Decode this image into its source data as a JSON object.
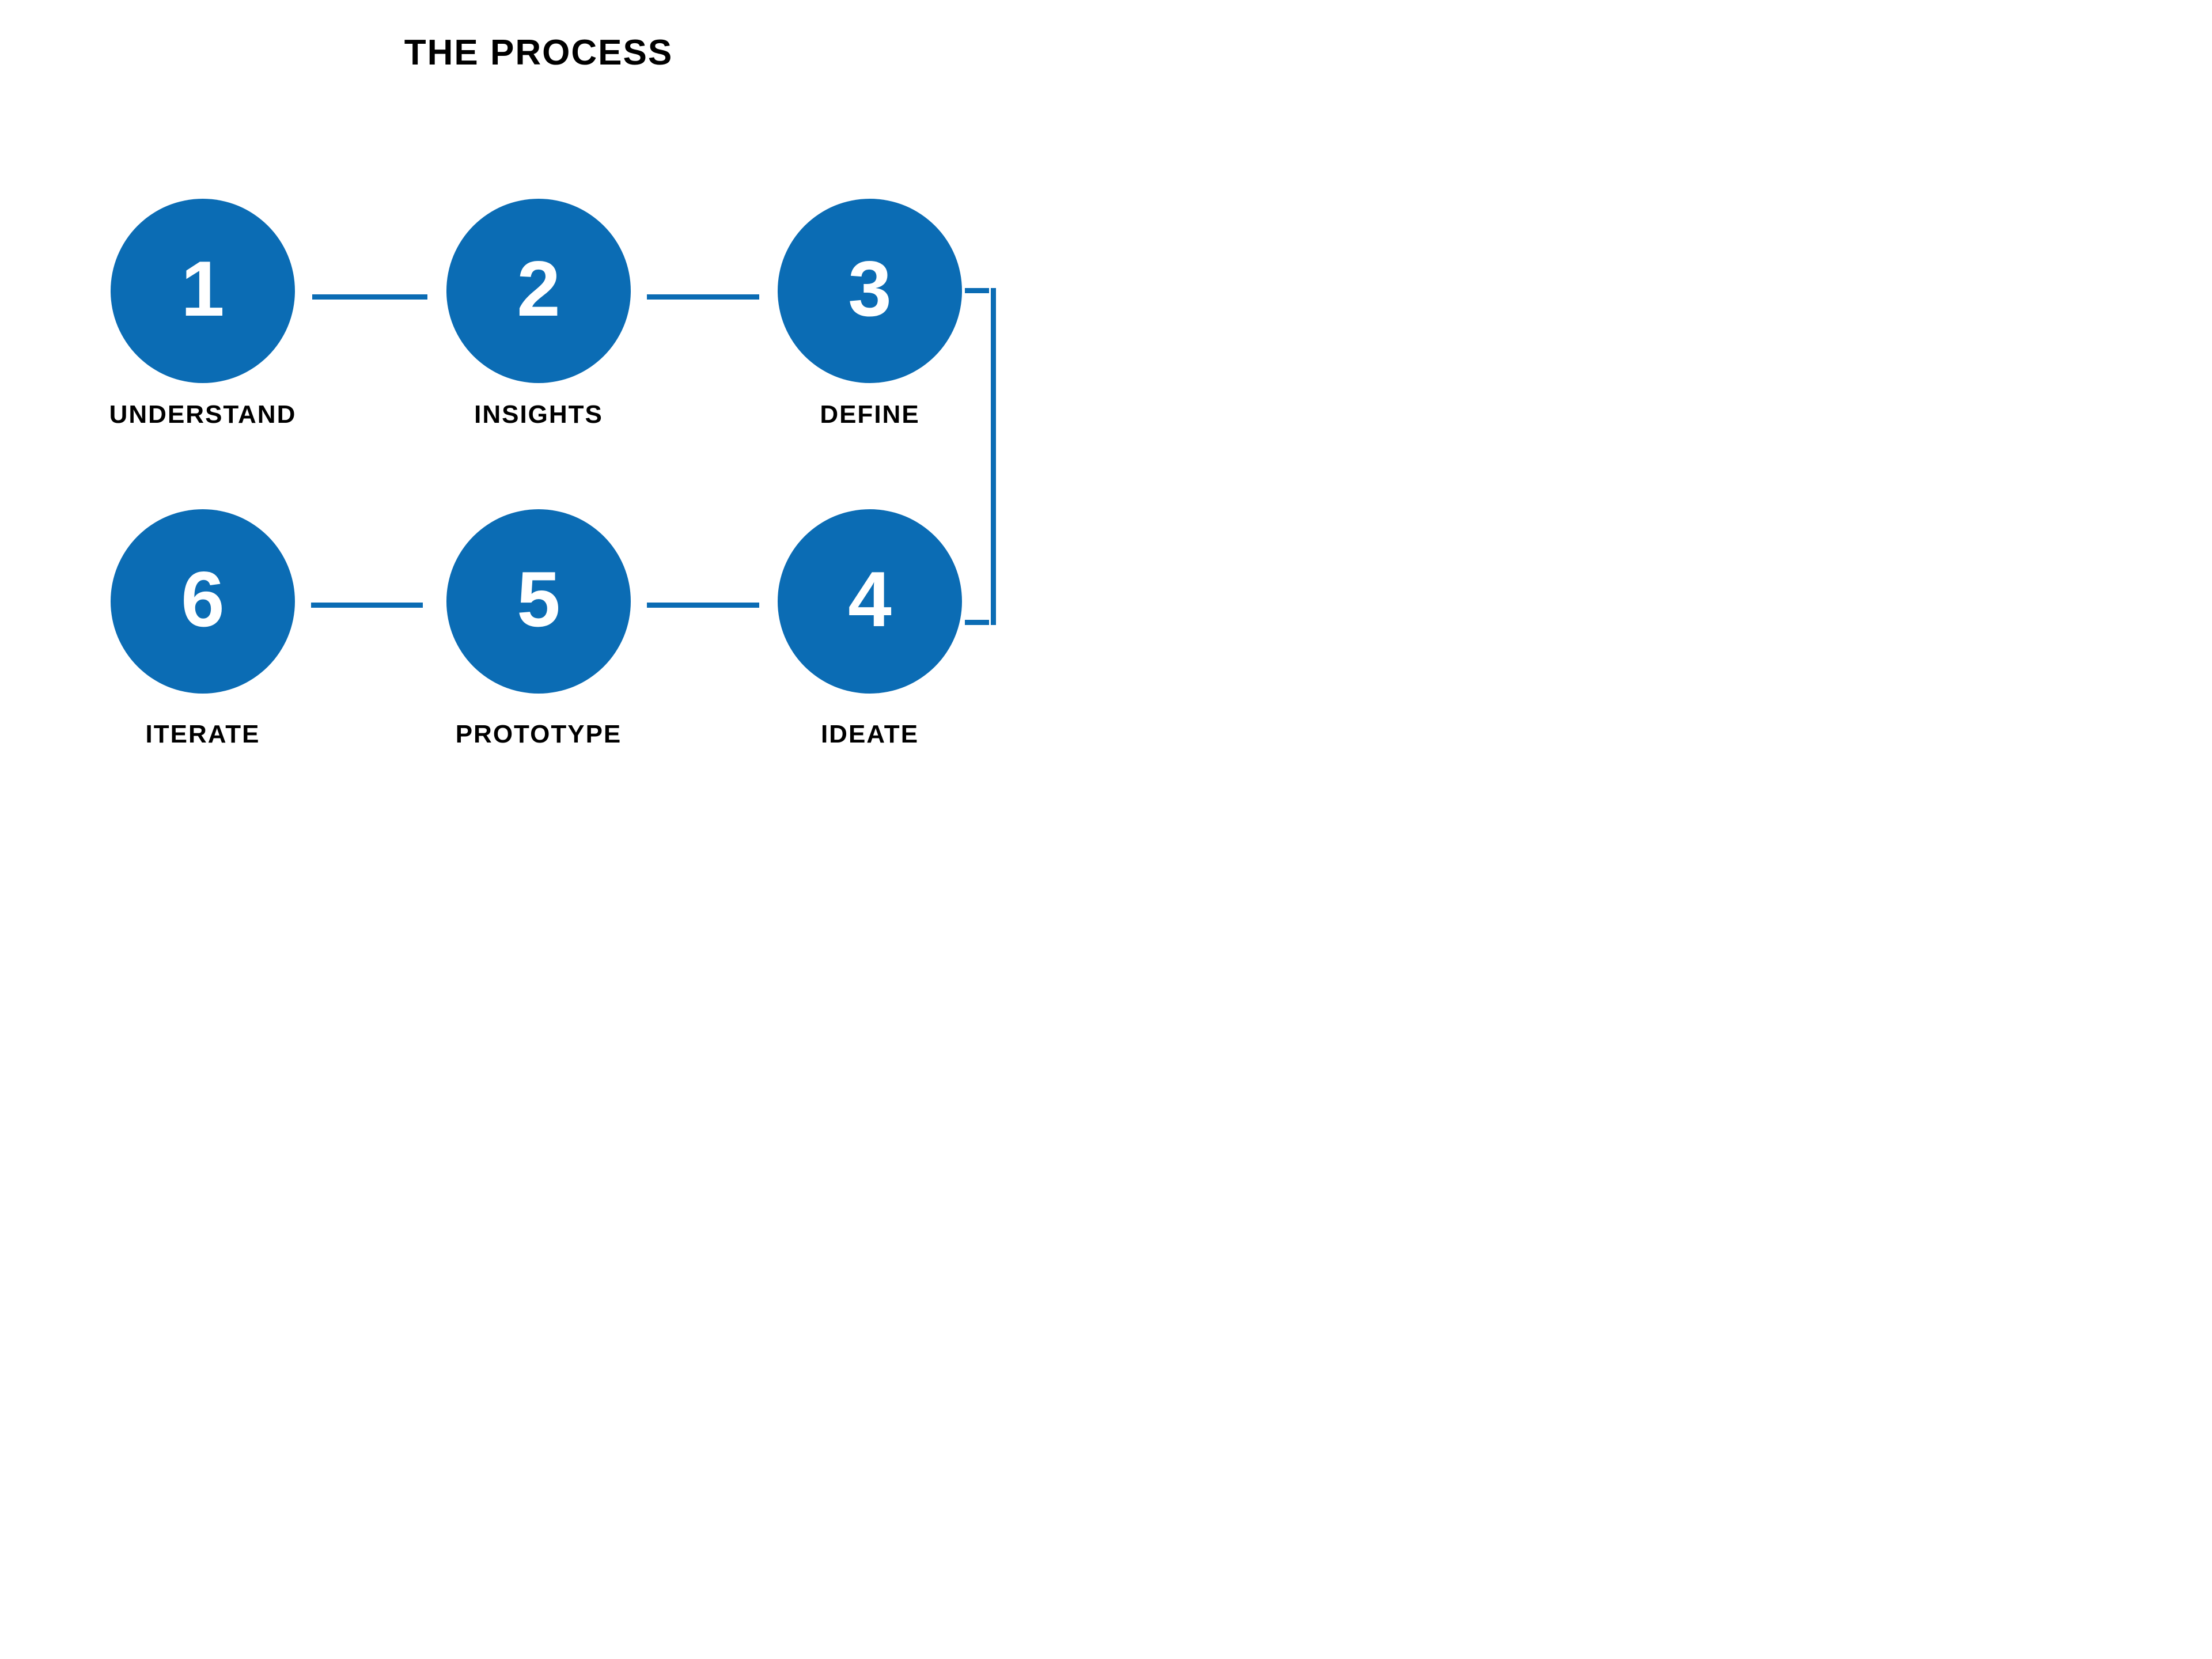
{
  "title": "THE PROCESS",
  "colors": {
    "accent": "#0B6CB4",
    "text": "#000000",
    "number": "#FFFFFF",
    "background": "#FFFFFF"
  },
  "steps": [
    {
      "number": "1",
      "label": "UNDERSTAND"
    },
    {
      "number": "2",
      "label": "INSIGHTS"
    },
    {
      "number": "3",
      "label": "DEFINE"
    },
    {
      "number": "4",
      "label": "IDEATE"
    },
    {
      "number": "5",
      "label": "PROTOTYPE"
    },
    {
      "number": "6",
      "label": "ITERATE"
    }
  ],
  "connections": [
    {
      "from": "1",
      "to": "2",
      "style": "horizontal-line"
    },
    {
      "from": "2",
      "to": "3",
      "style": "horizontal-line"
    },
    {
      "from": "3",
      "to": "4",
      "style": "right-side-bracket"
    },
    {
      "from": "4",
      "to": "5",
      "style": "horizontal-line"
    },
    {
      "from": "5",
      "to": "6",
      "style": "horizontal-line"
    }
  ],
  "layout": {
    "rows": [
      [
        "1",
        "2",
        "3"
      ],
      [
        "6",
        "5",
        "4"
      ]
    ]
  }
}
